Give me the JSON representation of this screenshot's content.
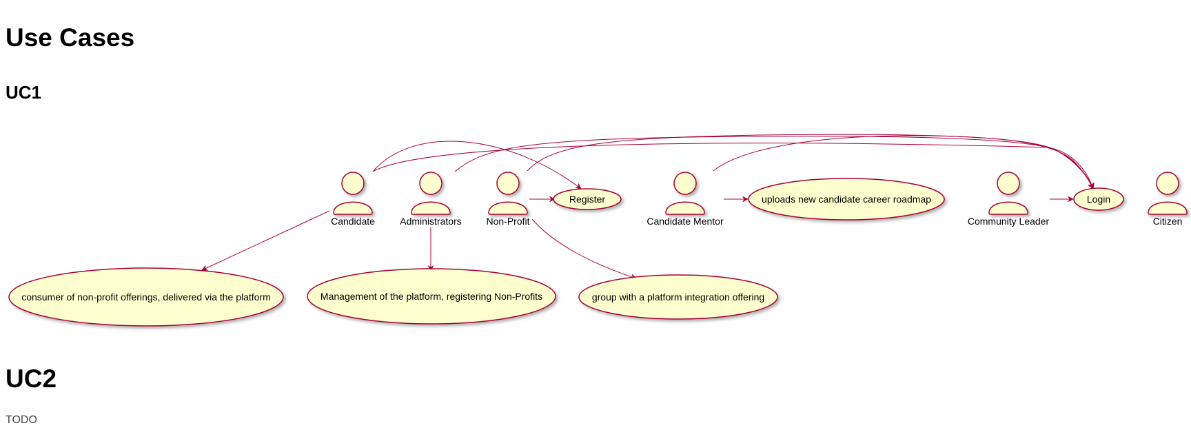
{
  "page": {
    "title": "Use Cases",
    "uc1_heading": "UC1",
    "uc2_heading": "UC2",
    "uc2_body": "TODO"
  },
  "diagram": {
    "colors": {
      "fill": "#FEFECE",
      "stroke": "#A80036",
      "line": "#A80036"
    },
    "actors": [
      {
        "id": "candidate",
        "label": "Candidate"
      },
      {
        "id": "administrators",
        "label": "Administrators"
      },
      {
        "id": "nonprofit",
        "label": "Non-Profit"
      },
      {
        "id": "mentor",
        "label": "Candidate Mentor"
      },
      {
        "id": "community",
        "label": "Community Leader"
      },
      {
        "id": "citizen",
        "label": "Citizen"
      }
    ],
    "usecases": [
      {
        "id": "register",
        "label": "Register"
      },
      {
        "id": "roadmap",
        "label": "uploads new candidate career roadmap"
      },
      {
        "id": "login",
        "label": "Login"
      },
      {
        "id": "consumer",
        "label": "consumer of non-profit offerings, delivered via the platform"
      },
      {
        "id": "management",
        "label": "Management of the platform, registering Non-Profits"
      },
      {
        "id": "group",
        "label": "group with a platform integration offering"
      }
    ],
    "relations": [
      {
        "from": "candidate",
        "to": "register"
      },
      {
        "from": "candidate",
        "to": "login"
      },
      {
        "from": "candidate",
        "to": "consumer"
      },
      {
        "from": "administrators",
        "to": "login"
      },
      {
        "from": "administrators",
        "to": "management"
      },
      {
        "from": "nonprofit",
        "to": "register"
      },
      {
        "from": "nonprofit",
        "to": "login"
      },
      {
        "from": "nonprofit",
        "to": "group"
      },
      {
        "from": "mentor",
        "to": "roadmap"
      },
      {
        "from": "mentor",
        "to": "login"
      },
      {
        "from": "community",
        "to": "login"
      }
    ]
  }
}
